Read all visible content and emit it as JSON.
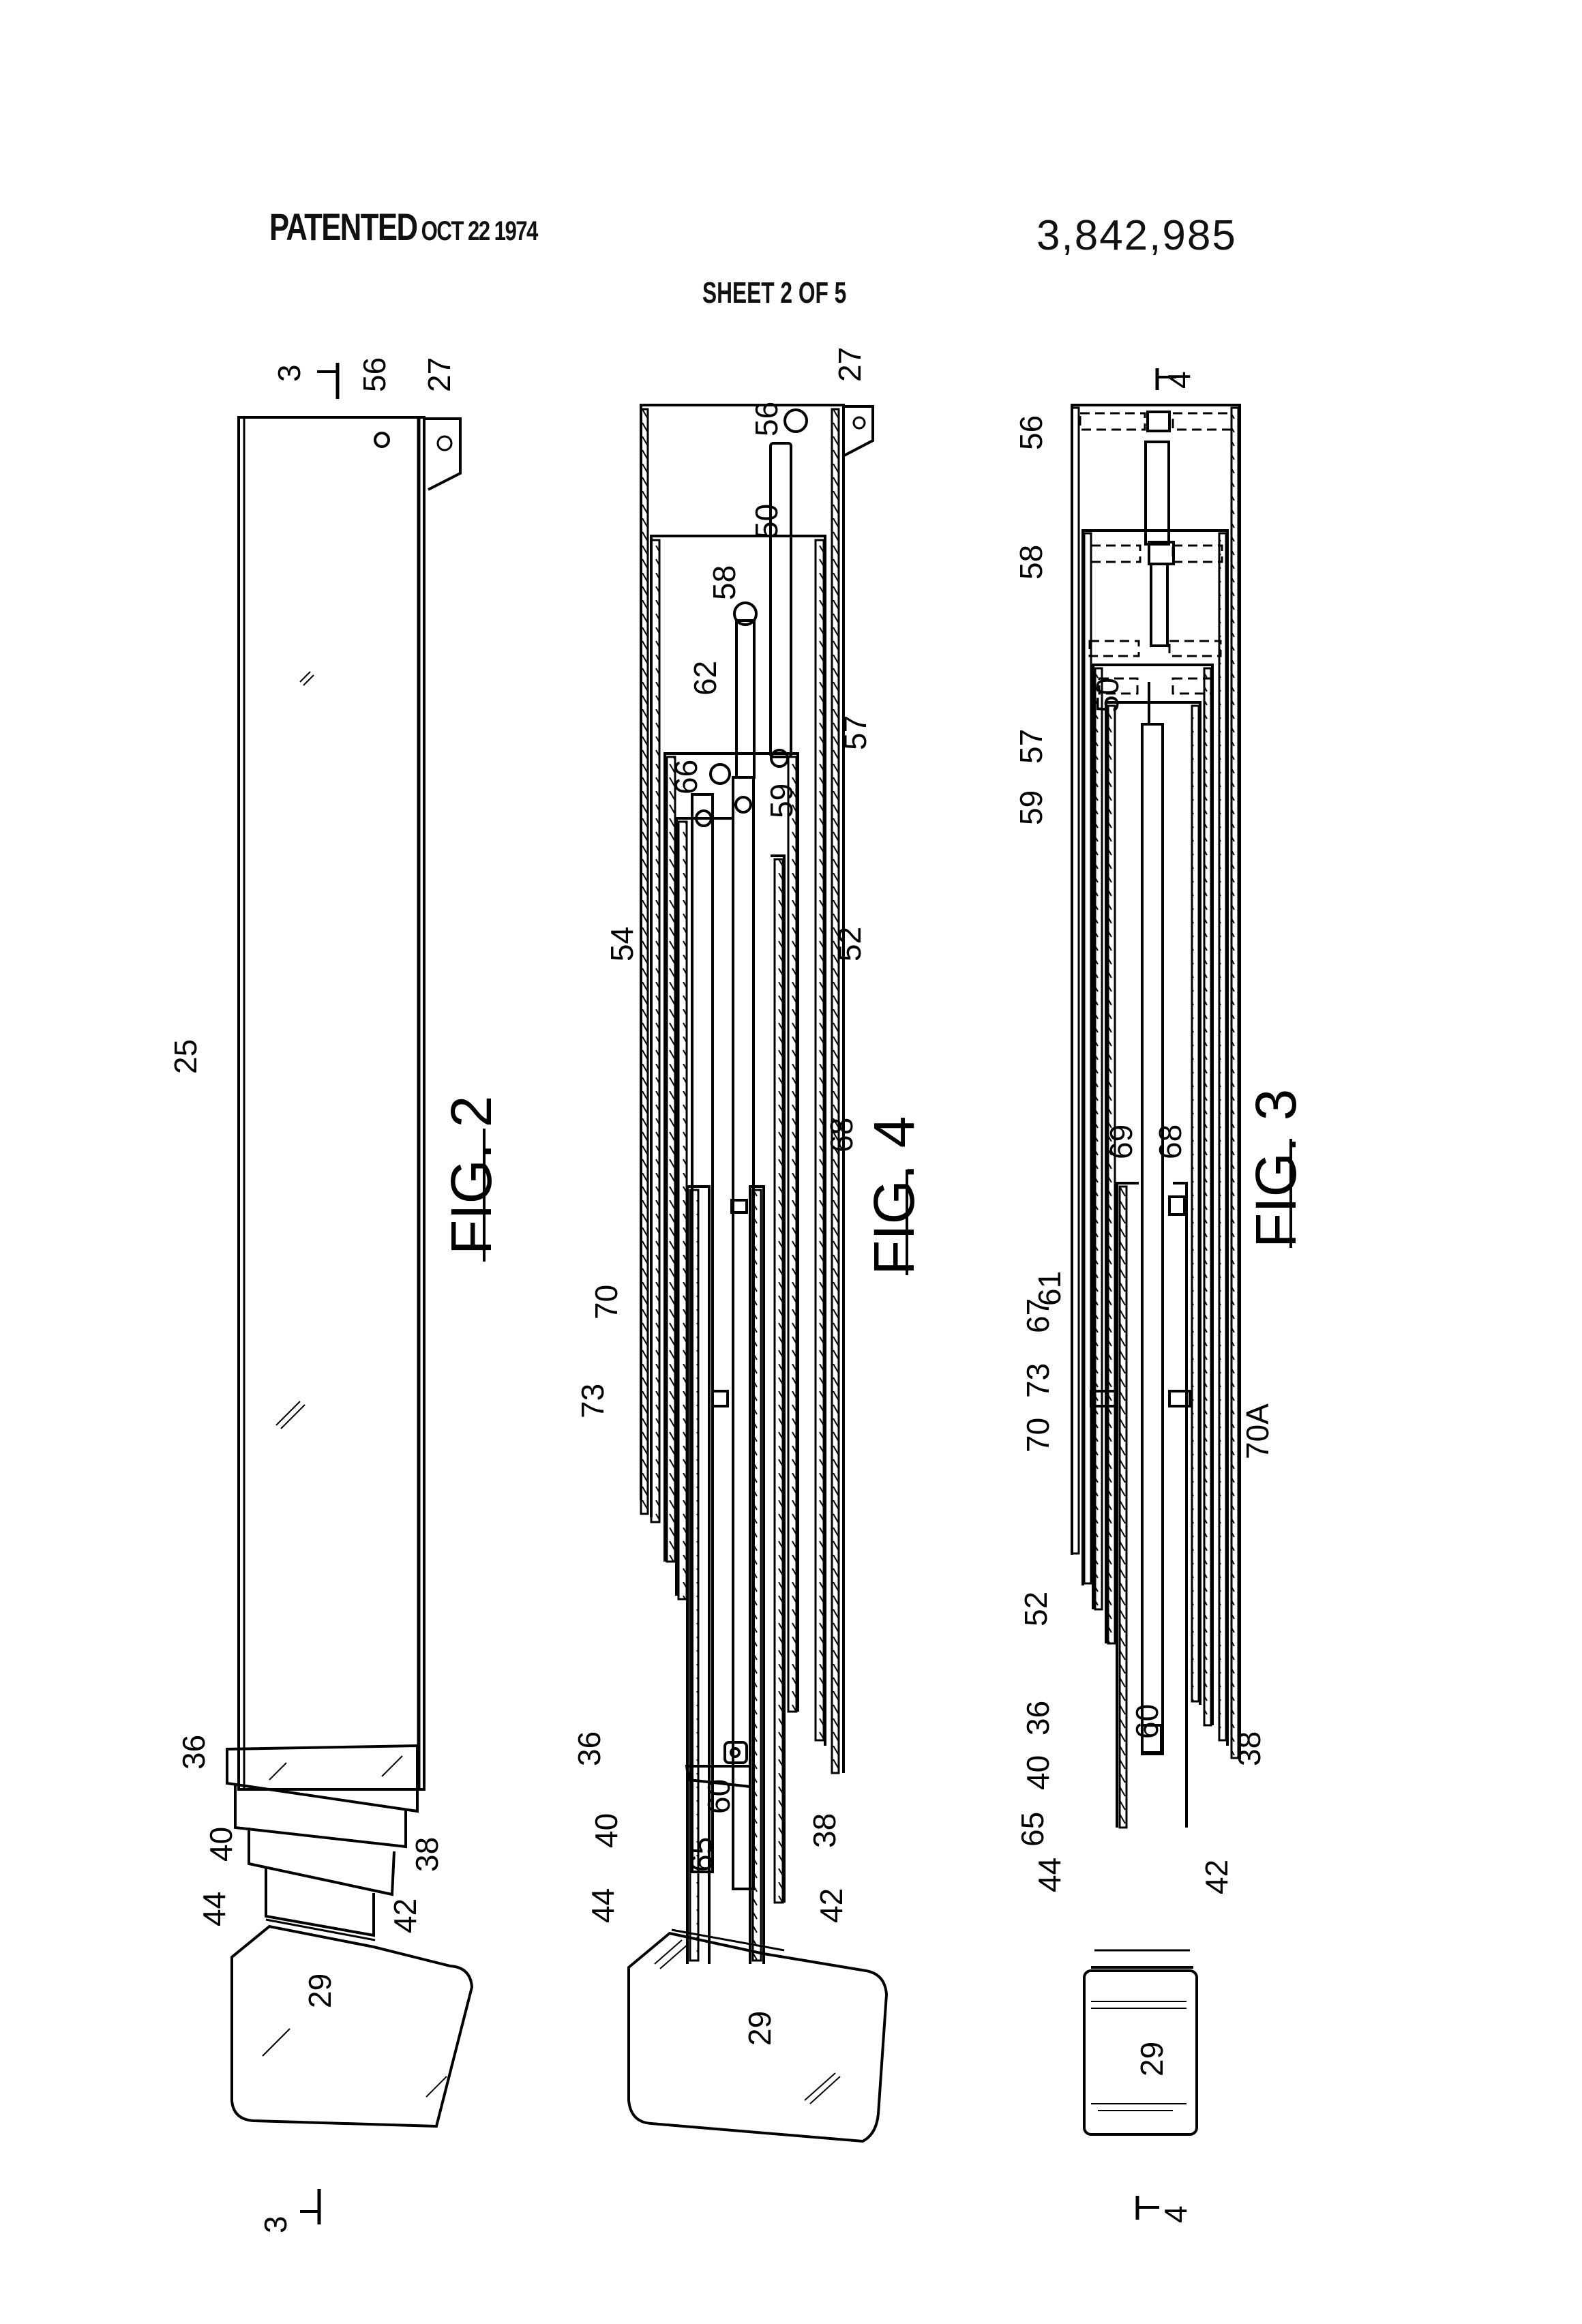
{
  "header": {
    "patented_label": "PATENTED",
    "patented_date": "OCT 22 1974",
    "patent_number": "3,842,985",
    "sheet": "SHEET 2 OF 5"
  },
  "figures": [
    {
      "id": "fig2",
      "caption": "FIG. 2",
      "section_marks": [
        "3",
        "3"
      ],
      "reference_numerals": [
        "25",
        "27",
        "56",
        "36",
        "38",
        "40",
        "42",
        "44",
        "29"
      ]
    },
    {
      "id": "fig4",
      "caption": "FIG. 4",
      "reference_numerals": [
        "27",
        "56",
        "50",
        "58",
        "57",
        "62",
        "66",
        "59",
        "54",
        "52",
        "68",
        "70",
        "73",
        "36",
        "60",
        "40",
        "65",
        "38",
        "44",
        "42",
        "29"
      ]
    },
    {
      "id": "fig3",
      "caption": "FIG. 3",
      "section_marks": [
        "4",
        "4"
      ],
      "reference_numerals": [
        "56",
        "58",
        "50",
        "57",
        "59",
        "69",
        "68",
        "61",
        "67",
        "73",
        "70",
        "70A",
        "52",
        "60",
        "36",
        "38",
        "40",
        "65",
        "42",
        "44",
        "29"
      ]
    }
  ],
  "labels": {
    "fig2": {
      "n3a": "3",
      "n56": "56",
      "n27": "27",
      "n25": "25",
      "n36": "36",
      "n38": "38",
      "n40": "40",
      "n42": "42",
      "n44": "44",
      "n29": "29",
      "n3b": "3",
      "cap": "FIG. 2"
    },
    "fig4": {
      "n27": "27",
      "n56": "56",
      "n50": "50",
      "n58": "58",
      "n57": "57",
      "n62": "62",
      "n66": "66",
      "n59": "59",
      "n54": "54",
      "n52": "52",
      "n68": "68",
      "n70": "70",
      "n73": "73",
      "n36": "36",
      "n60": "60",
      "n40": "40",
      "n65": "65",
      "n38": "38",
      "n44": "44",
      "n42": "42",
      "n29": "29",
      "cap": "FIG. 4"
    },
    "fig3": {
      "n4a": "4",
      "n56": "56",
      "n58": "58",
      "n50": "50",
      "n57": "57",
      "n59": "59",
      "n69": "69",
      "n68": "68",
      "n61": "61",
      "n67": "67",
      "n73": "73",
      "n70": "70",
      "n70a": "70A",
      "n52": "52",
      "n60": "60",
      "n36": "36",
      "n38": "38",
      "n40": "40",
      "n65": "65",
      "n42": "42",
      "n44": "44",
      "n29": "29",
      "n4b": "4",
      "cap": "FIG. 3"
    }
  },
  "colors": {
    "ink": "#000000",
    "paper": "#ffffff"
  }
}
